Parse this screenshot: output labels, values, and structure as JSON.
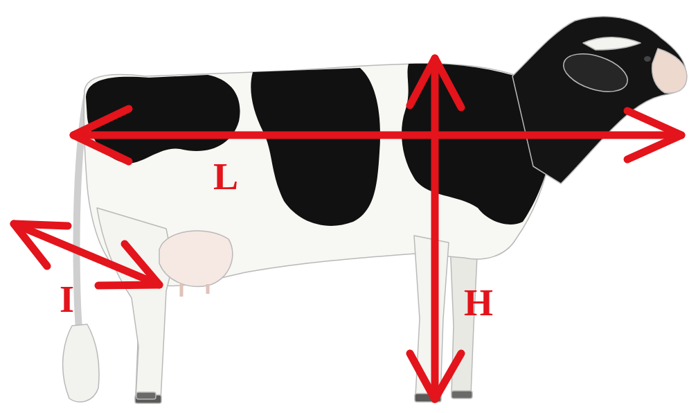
{
  "diagram": {
    "labels": [
      "L",
      "I",
      "H"
    ]
  }
}
